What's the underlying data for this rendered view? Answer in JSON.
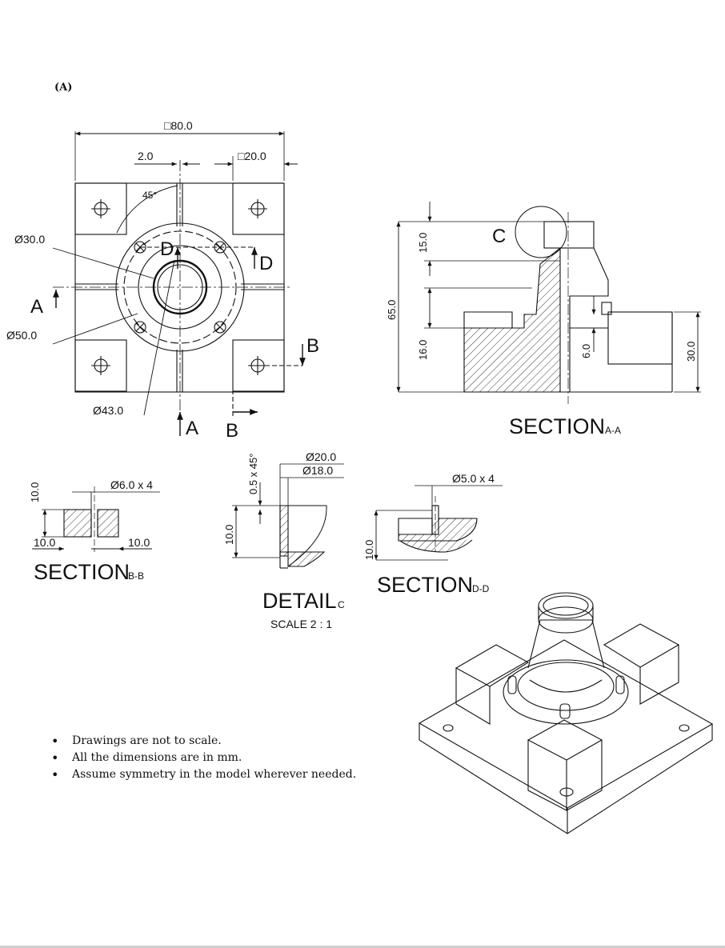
{
  "figure_label": "(A)",
  "top_view": {
    "dim_overall": "□80.0",
    "dim_gap": "2.0",
    "dim_pad": "□20.0",
    "angle": "45°",
    "dia_30": "Ø30.0",
    "dia_50": "Ø50.0",
    "dia_43": "Ø43.0",
    "cut_a_left": "A",
    "cut_a_bottom": "A",
    "cut_b_bottom": "B",
    "cut_b_right": "B",
    "cut_d_left": "D",
    "cut_d_right": "D"
  },
  "section_aa": {
    "title": "SECTION",
    "suffix": "A-A",
    "dim_15": "15.0",
    "dim_65": "65.0",
    "dim_16": "16.0",
    "dim_6": "6.0",
    "dim_30": "30.0",
    "detail_marker": "C"
  },
  "section_bb": {
    "title": "SECTION",
    "suffix": "B-B",
    "dim_hole": "Ø6.0 x 4",
    "dim_height": "10.0",
    "dim_left": "10.0",
    "dim_right": "10.0"
  },
  "detail_c": {
    "title": "DETAIL",
    "suffix": "C",
    "scale": "SCALE 2 : 1",
    "dim_chamfer": "0.5 x 45°",
    "dim_d20": "Ø20.0",
    "dim_d18": "Ø18.0",
    "dim_height": "10.0"
  },
  "section_dd": {
    "title": "SECTION",
    "suffix": "D-D",
    "dim_pin": "Ø5.0 x 4",
    "dim_height": "10.0"
  },
  "notes": [
    "Drawings are not to scale.",
    "All the dimensions are in mm.",
    "Assume symmetry in the model wherever needed."
  ]
}
